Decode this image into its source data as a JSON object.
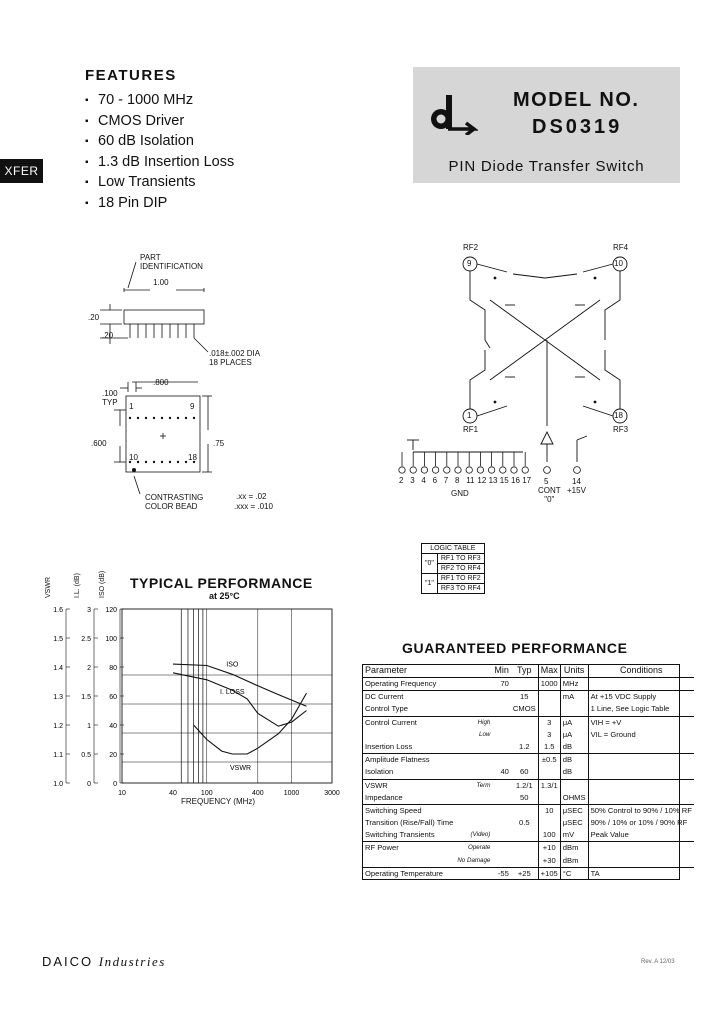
{
  "features": {
    "title": "FEATURES",
    "items": [
      "70 - 1000 MHz",
      "CMOS Driver",
      "60 dB Isolation",
      "1.3 dB Insertion Loss",
      "Low Transients",
      "18 Pin DIP"
    ]
  },
  "tab": "XFER",
  "model": {
    "label": "MODEL NO.",
    "number": "DS0319",
    "description": "PIN Diode Transfer Switch"
  },
  "outline": {
    "part_id": "PART\nIDENTIFICATION",
    "width": "1.00",
    "h1": ".20",
    "h2": ".20",
    "pin_dia": ".018±.002 DIA\n18 PLACES",
    "pitch": ".100\nTYP",
    "row_span": ".800",
    "body_w": ".600",
    "body_h": ".75",
    "pin_tl": "1",
    "pin_tr": "9",
    "pin_bl": "10",
    "pin_br": "18",
    "bead": "CONTRASTING\nCOLOR BEAD",
    "tol1": ".xx = .02",
    "tol2": ".xxx = .010"
  },
  "schematic": {
    "rf2_label": "RF2",
    "rf2_pin": "9",
    "rf4_label": "RF4",
    "rf4_pin": "10",
    "rf1_label": "RF1",
    "rf1_pin": "1",
    "rf3_label": "RF3",
    "rf3_pin": "18",
    "gnd_pins": [
      "2",
      "3",
      "4",
      "6",
      "7",
      "8",
      "11",
      "12",
      "13",
      "15",
      "16",
      "17"
    ],
    "gnd_label": "GND",
    "cont_pin": "5",
    "cont_label": "CONT\n\"0\"",
    "vcc_pin": "14",
    "vcc_label": "+15V"
  },
  "logic_table": {
    "title": "LOGIC TABLE",
    "rows": [
      {
        "state": "\"0\"",
        "paths": [
          "RF1 TO RF3",
          "RF2 TO RF4"
        ]
      },
      {
        "state": "\"1\"",
        "paths": [
          "RF1 TO RF2",
          "RF3 TO RF4"
        ]
      }
    ]
  },
  "chart_data": {
    "type": "line",
    "title": "TYPICAL PERFORMANCE",
    "subtitle": "at 25°C",
    "xlabel": "FREQUENCY (MHz)",
    "x_ticks": [
      "10",
      "40",
      "100",
      "400",
      "1000",
      "3000"
    ],
    "x_scale": "log",
    "xlim": [
      10,
      3000
    ],
    "y_axes": [
      {
        "label": "VSWR",
        "ticks": [
          "1.6",
          "1.5",
          "1.4",
          "1.3",
          "1.2",
          "1.1",
          "1.0"
        ],
        "ylim": [
          1.0,
          1.6
        ]
      },
      {
        "label": "I.L. (dB)",
        "ticks": [
          "3",
          "2.5",
          "2",
          "1.5",
          "1",
          "0.5",
          "0"
        ],
        "ylim": [
          0,
          3
        ]
      },
      {
        "label": "ISO (dB)",
        "ticks": [
          "120",
          "100",
          "80",
          "60",
          "40",
          "20",
          "0"
        ],
        "ylim": [
          0,
          120
        ]
      }
    ],
    "series": [
      {
        "name": "ISO",
        "axis": "ISO (dB)",
        "x": [
          40,
          100,
          200,
          400,
          700,
          1500
        ],
        "y": [
          82,
          81,
          75,
          67,
          61,
          53
        ]
      },
      {
        "name": "I. LOSS",
        "axis": "I.L. (dB)",
        "x": [
          40,
          100,
          200,
          300,
          400,
          700,
          1000,
          1500
        ],
        "y": [
          1.9,
          1.78,
          1.6,
          1.45,
          1.2,
          0.98,
          1.05,
          1.25
        ]
      },
      {
        "name": "VSWR",
        "axis": "VSWR",
        "x": [
          70,
          100,
          150,
          200,
          250,
          300,
          400,
          700,
          1000,
          1500
        ],
        "y": [
          1.2,
          1.15,
          1.11,
          1.1,
          1.1,
          1.1,
          1.12,
          1.17,
          1.22,
          1.31
        ]
      }
    ],
    "grid": true
  },
  "guaranteed": {
    "title": "GUARANTEED PERFORMANCE",
    "headers": [
      "Parameter",
      "Min",
      "Typ",
      "Max",
      "Units",
      "Conditions"
    ],
    "rows": [
      {
        "param": "Operating Frequency",
        "qual": "",
        "min": "70",
        "typ": "",
        "max": "1000",
        "units": "MHz",
        "cond": "",
        "sec": false
      },
      {
        "param": "DC Current",
        "qual": "",
        "min": "",
        "typ": "15",
        "max": "",
        "units": "mA",
        "cond": "At +15 VDC Supply",
        "sec": true
      },
      {
        "param": "Control Type",
        "qual": "",
        "min": "",
        "typ": "CMOS",
        "max": "",
        "units": "",
        "cond": "1 Line, See Logic Table",
        "sec": false
      },
      {
        "param": "Control Current",
        "qual": "High",
        "min": "",
        "typ": "",
        "max": "3",
        "units": "μA",
        "cond": "VIH = +V",
        "sec": true
      },
      {
        "param": "",
        "qual": "Low",
        "min": "",
        "typ": "",
        "max": "3",
        "units": "μA",
        "cond": "VIL = Ground",
        "sec": false
      },
      {
        "param": "Insertion Loss",
        "qual": "",
        "min": "",
        "typ": "1.2",
        "max": "1.5",
        "units": "dB",
        "cond": "",
        "sec": false
      },
      {
        "param": "Amplitude Flatness",
        "qual": "",
        "min": "",
        "typ": "",
        "max": "±0.5",
        "units": "dB",
        "cond": "",
        "sec": true
      },
      {
        "param": "Isolation",
        "qual": "",
        "min": "40",
        "typ": "60",
        "max": "",
        "units": "dB",
        "cond": "",
        "sec": false
      },
      {
        "param": "VSWR",
        "qual": "Term",
        "min": "",
        "typ": "1.2/1",
        "max": "1.3/1",
        "units": "",
        "cond": "",
        "sec": true
      },
      {
        "param": "Impedance",
        "qual": "",
        "min": "",
        "typ": "50",
        "max": "",
        "units": "OHMS",
        "cond": "",
        "sec": false
      },
      {
        "param": "Switching Speed",
        "qual": "",
        "min": "",
        "typ": "",
        "max": "10",
        "units": "μSEC",
        "cond": "50% Control to 90% / 10% RF",
        "sec": true
      },
      {
        "param": "Transition (Rise/Fall) Time",
        "qual": "",
        "min": "",
        "typ": "0.5",
        "max": "",
        "units": "μSEC",
        "cond": "90% / 10% or 10% / 90% RF",
        "sec": false
      },
      {
        "param": "Switching Transients",
        "qual": "(Video)",
        "min": "",
        "typ": "",
        "max": "100",
        "units": "mV",
        "cond": "Peak Value",
        "sec": false
      },
      {
        "param": "RF Power",
        "qual": "Operate",
        "min": "",
        "typ": "",
        "max": "+10",
        "units": "dBm",
        "cond": "",
        "sec": true
      },
      {
        "param": "",
        "qual": "No Damage",
        "min": "",
        "typ": "",
        "max": "+30",
        "units": "dBm",
        "cond": "",
        "sec": false
      },
      {
        "param": "Operating Temperature",
        "qual": "",
        "min": "-55",
        "typ": "+25",
        "max": "+105",
        "units": "°C",
        "cond": "TA",
        "sec": true
      }
    ]
  },
  "footer": {
    "company": "DAICO",
    "industries": "Industries",
    "rev": "Rev. A 12/03"
  }
}
